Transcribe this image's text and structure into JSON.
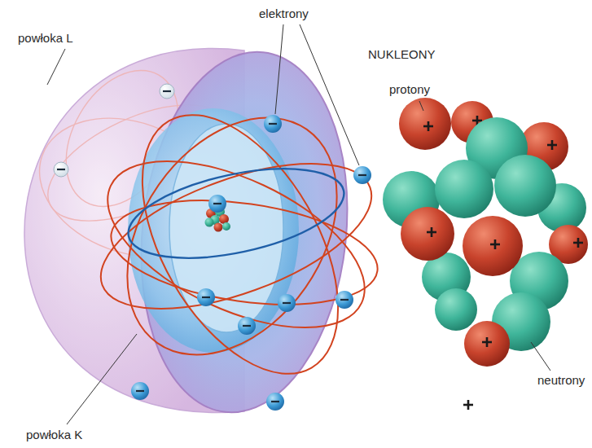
{
  "diagram": {
    "labels": [
      "powłoka L",
      "elektrony",
      "NUKLEONY",
      "protony",
      "neutrony",
      "powłoka K"
    ]
  }
}
